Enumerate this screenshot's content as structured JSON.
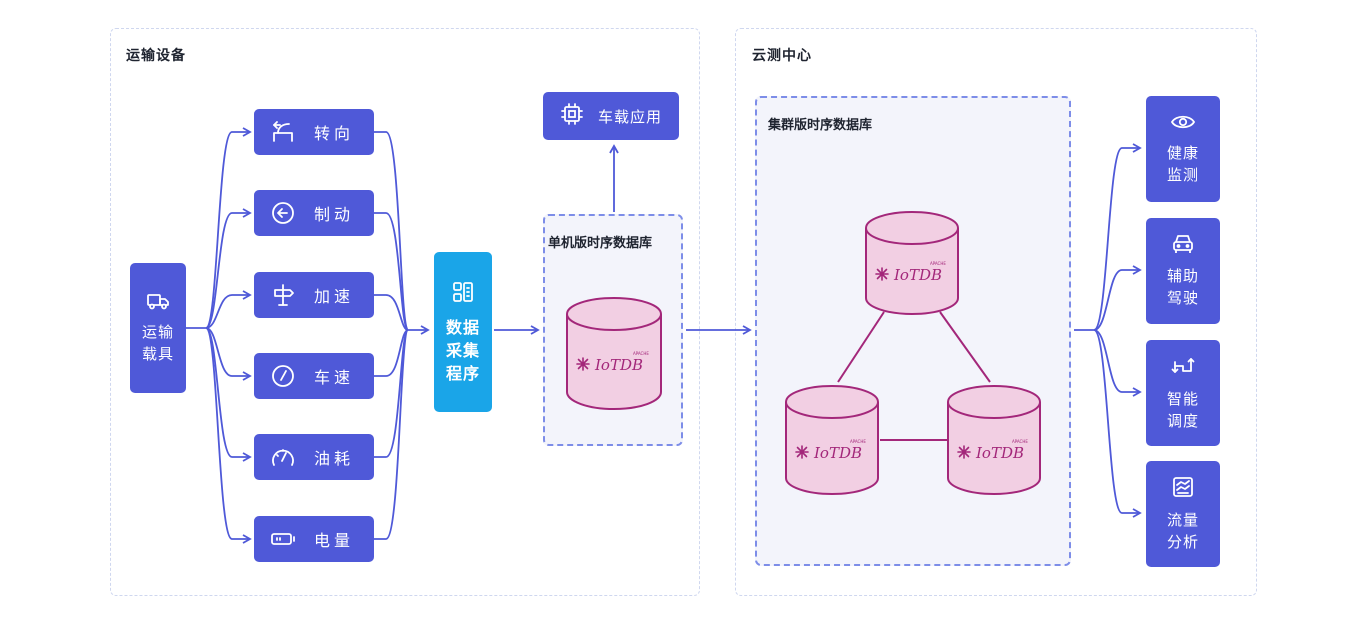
{
  "diagram": {
    "left_panel": {
      "title": "运输设备"
    },
    "right_panel": {
      "title": "云测中心"
    },
    "vehicle": {
      "label_line1": "运输",
      "label_line2": "载具",
      "icon": "truck-icon"
    },
    "signals": [
      {
        "label": "转向",
        "icon": "steering-turn-icon"
      },
      {
        "label": "制动",
        "icon": "brake-arrow-icon"
      },
      {
        "label": "加速",
        "icon": "signpost-icon"
      },
      {
        "label": "车速",
        "icon": "speed-gauge-icon"
      },
      {
        "label": "油耗",
        "icon": "speedometer-icon"
      },
      {
        "label": "电量",
        "icon": "battery-icon"
      }
    ],
    "collector": {
      "label_line1": "数据",
      "label_line2": "采集",
      "label_line3": "程序",
      "icon": "data-collector-icon"
    },
    "vehicle_app": {
      "label": "车载应用",
      "icon": "chip-icon"
    },
    "standalone_db": {
      "title": "单机版时序数据库"
    },
    "cluster_db": {
      "title": "集群版时序数据库"
    },
    "db_logo": {
      "brand": "IoTDB",
      "apache": "APACHE"
    },
    "apps": [
      {
        "line1": "健康",
        "line2": "监测",
        "icon": "eye-icon"
      },
      {
        "line1": "辅助",
        "line2": "驾驶",
        "icon": "car-icon"
      },
      {
        "line1": "智能",
        "line2": "调度",
        "icon": "dispatch-arrows-icon"
      },
      {
        "line1": "流量",
        "line2": "分析",
        "icon": "traffic-chart-icon"
      }
    ],
    "colors": {
      "primary": "#4f59d8",
      "collector": "#1aa5e8",
      "cylinder_fill": "#f2cfe3",
      "cylinder_stroke": "#a3277a",
      "zone_border": "#7d8de8"
    }
  }
}
